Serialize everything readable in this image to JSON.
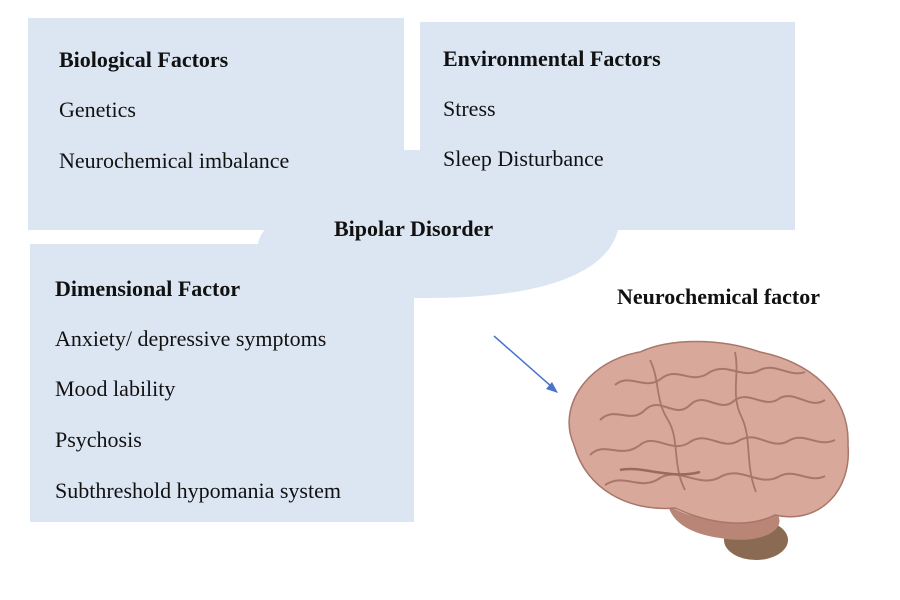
{
  "biological": {
    "title": "Biological Factors",
    "items": [
      "Genetics",
      "Neurochemical imbalance"
    ]
  },
  "environmental": {
    "title": "Environmental Factors",
    "items": [
      "Stress",
      "Sleep Disturbance"
    ]
  },
  "center": {
    "label": "Bipolar Disorder"
  },
  "dimensional": {
    "title": "Dimensional Factor",
    "items": [
      "Anxiety/ depressive symptoms",
      "Mood lability",
      "Psychosis",
      "Subthreshold hypomania system"
    ]
  },
  "neurochemical": {
    "title": "Neurochemical factor"
  },
  "colors": {
    "box_fill": "#dce6f2",
    "arrow": "#4a74c9",
    "brain": "#d8a89a"
  }
}
